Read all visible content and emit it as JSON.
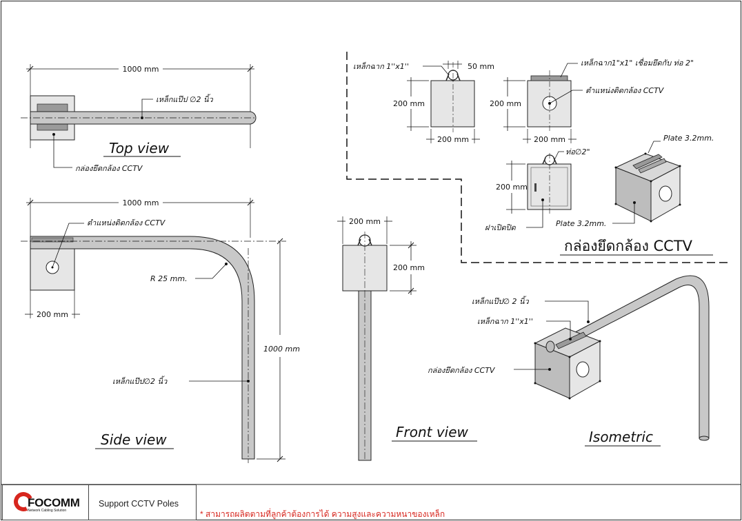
{
  "top_view": {
    "dim_length": "1000 mm",
    "pipe_label": "เหล็กแป๊ป ∅2 นิ้ว",
    "box_label": "กล่องยึดกล้อง CCTV",
    "title": "Top view"
  },
  "side_view": {
    "dim_length": "1000 mm",
    "camera_label": "ตำแหน่งติดกล้อง CCTV",
    "radius_label": "R 25 mm.",
    "box_dim": "200 mm",
    "height_dim": "1000 mm",
    "pipe_label": "เหล็กแป๊ป∅2 นิ้ว",
    "title": "Side view"
  },
  "front_view": {
    "width_dim": "200 mm",
    "height_dim": "200 mm",
    "title": "Front view"
  },
  "box_detail": {
    "channel_label": "เหล็กฉาก 1''x1''",
    "channel_dim": "50 mm",
    "height_a": "200 mm",
    "width_a": "200 mm",
    "weld_label": "เหล็กฉาก1\"x1\" เชื่อมยึดกับ ท่อ 2\"",
    "camera_label": "ตำแหน่งติดกล้อง CCTV",
    "height_b": "200 mm",
    "width_b": "200 mm",
    "pipe_label": "ท่อ∅2\"",
    "height_c": "200 mm",
    "door_label": "ฝาเปิดปิด",
    "plate_top": "Plate 3.2mm.",
    "plate_side": "Plate 3.2mm.",
    "section_title": "กล่องยึดกล้อง CCTV"
  },
  "isometric": {
    "pipe_label": "เหล็กแป๊ป∅ 2 นิ้ว",
    "channel_label": "เหล็กฉาก 1''x1''",
    "box_label": "กล่องยึดกล้อง CCTV",
    "title": "Isometric"
  },
  "footer": {
    "brand": "FOCOMM",
    "tagline": "Network Cabling Solution",
    "doc_title": "Support CCTV Poles",
    "note": "* สามารถผลิตตามที่ลูกค้าต้องการได้ ความสูงและความหนาของเหล็ก"
  },
  "colors": {
    "accent": "#d7261e",
    "steel": "#c8c8c8",
    "box_fill": "#e6e6e6"
  }
}
